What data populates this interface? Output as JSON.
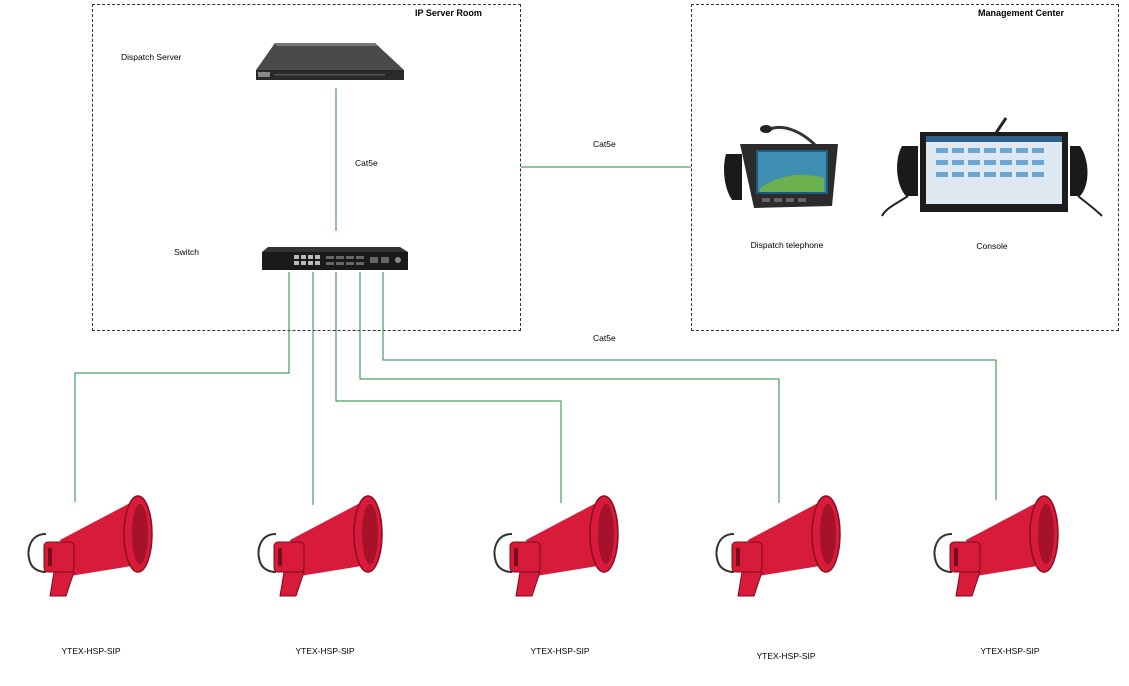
{
  "zones": {
    "server_room": "IP Server Room",
    "management": "Management Center"
  },
  "devices": {
    "dispatch_server": "Dispatch Server",
    "switch": "Switch",
    "dispatch_telephone": "Dispatch telephone",
    "console": "Console"
  },
  "links": {
    "server_switch": "Cat5e",
    "room_center": "Cat5e",
    "switch_horns": "Cat5e"
  },
  "horns": [
    {
      "label": "YTEX-HSP-SIP"
    },
    {
      "label": "YTEX-HSP-SIP"
    },
    {
      "label": "YTEX-HSP-SIP"
    },
    {
      "label": "YTEX-HSP-SIP"
    },
    {
      "label": "YTEX-HSP-SIP"
    }
  ],
  "colors": {
    "link": "#1e8a3c",
    "horn": "#d81b3a",
    "zone_border": "#333333"
  }
}
